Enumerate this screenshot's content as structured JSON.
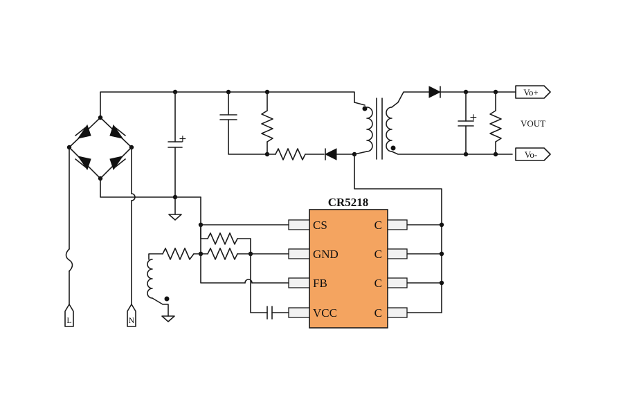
{
  "chip": {
    "name": "CR5218",
    "body_color": "#F4A460",
    "pin_color": "#F2F2F2",
    "left_pins": [
      "CS",
      "GND",
      "FB",
      "VCC"
    ],
    "right_pins": [
      "C",
      "C",
      "C",
      "C"
    ]
  },
  "output": {
    "positive": "Vo+",
    "negative": "Vo-",
    "label": "VOUT"
  },
  "input": {
    "line": "L",
    "neutral": "N"
  },
  "polarity_mark": "+"
}
